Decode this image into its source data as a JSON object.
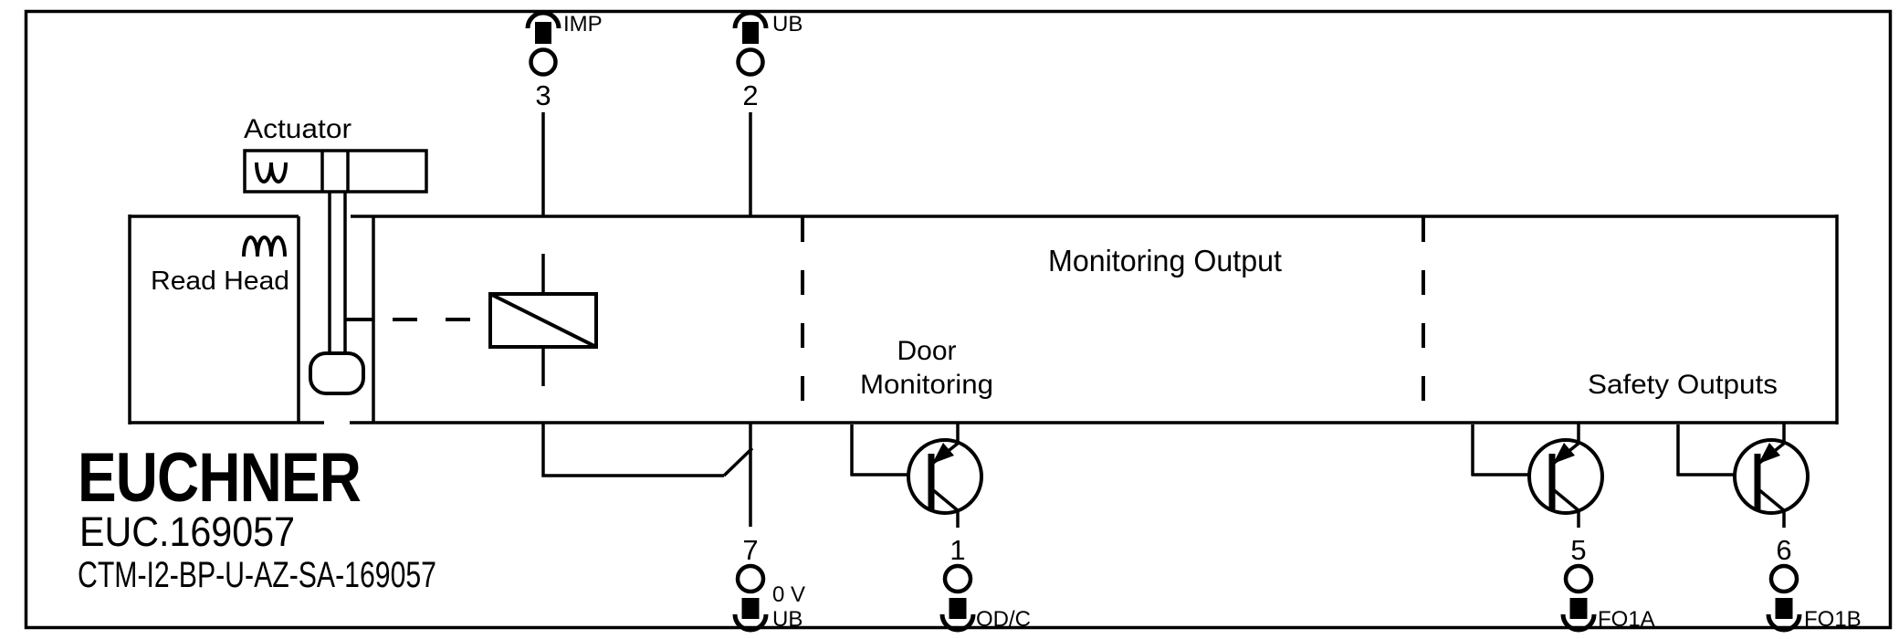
{
  "colors": {
    "ink": "#000000",
    "paper": "#ffffff"
  },
  "branding": {
    "logo": "EUCHNER",
    "document_code": "EUC.169057",
    "part_number": "CTM-I2-BP-U-AZ-SA-169057"
  },
  "sections": {
    "actuator": "Actuator",
    "read_head": "Read Head",
    "monitoring_output": "Monitoring Output",
    "door_monitoring_line1": "Door",
    "door_monitoring_line2": "Monitoring",
    "safety_outputs": "Safety Outputs"
  },
  "terminals": {
    "t3": {
      "pin": "3",
      "label": "IMP"
    },
    "t2": {
      "pin": "2",
      "label": "UB"
    },
    "t7": {
      "pin": "7",
      "label_circle": "0 V",
      "label_plug": "UB"
    },
    "t1": {
      "pin": "1",
      "label": "OD/C"
    },
    "t5": {
      "pin": "5",
      "label": "FO1A"
    },
    "t6": {
      "pin": "6",
      "label": "FO1B"
    }
  }
}
